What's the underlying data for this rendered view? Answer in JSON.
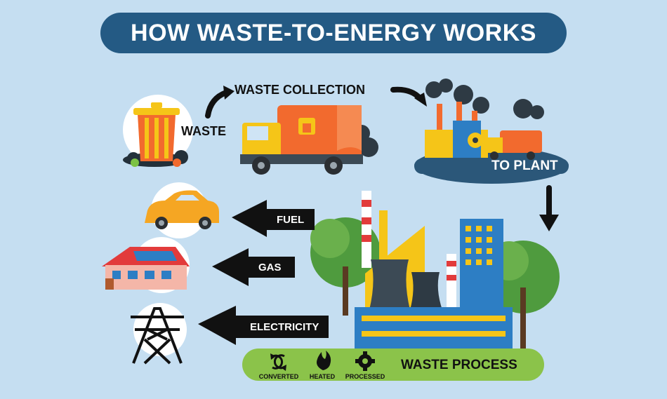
{
  "title": "HOW WASTE-TO-ENERGY WORKS",
  "labels": {
    "waste": "WASTE",
    "waste_collection": "WASTE COLLECTION",
    "to_plant": "TO PLANT",
    "fuel": "FUEL",
    "gas": "GAS",
    "electricity": "ELECTRICITY",
    "waste_process": "WASTE PROCESS"
  },
  "process_steps": [
    {
      "label": "CONVERTED",
      "icon": "recycle-arrows-icon"
    },
    {
      "label": "HEATED",
      "icon": "flame-icon"
    },
    {
      "label": "PROCESSED",
      "icon": "gear-icon"
    }
  ],
  "icons": [
    "trash-bin-icon",
    "garbage-truck-icon",
    "factory-icon",
    "car-icon",
    "house-icon",
    "power-pylon-icon",
    "tree-icon",
    "arrow-icon"
  ],
  "colors": {
    "background": "#c5def1",
    "title_pill": "#245a84",
    "truck_cab": "#f5c518",
    "truck_body": "#f26a2e",
    "process_bar": "#8bc34a",
    "plant_base": "#2b5779",
    "factory_blue": "#2d7ec4",
    "tree_green": "#4f9b3e"
  }
}
